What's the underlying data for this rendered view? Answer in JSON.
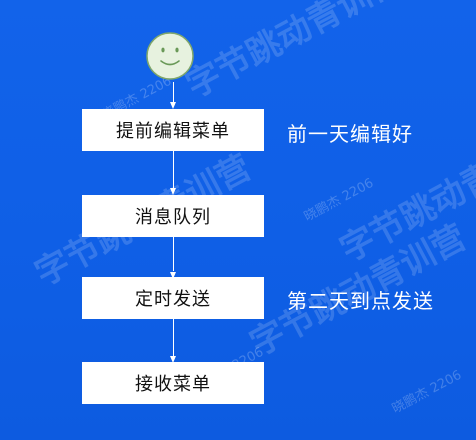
{
  "flowchart": {
    "steps": [
      "提前编辑菜单",
      "消息队列",
      "定时发送",
      "接收菜单"
    ],
    "notes": {
      "after_first_step": "前一天编辑好",
      "after_third_step": "第二天到点发送"
    }
  },
  "watermark": {
    "id_text": "晓鹏杰 2206",
    "org_text": "字节跳动青训营"
  },
  "colors": {
    "background": "#0f5fe6",
    "step_fill": "#ffffff",
    "smiley_fill": "#e7f2df",
    "smiley_stroke": "#7ea66c"
  },
  "icons": {
    "start_node": "smiley-face-icon"
  }
}
